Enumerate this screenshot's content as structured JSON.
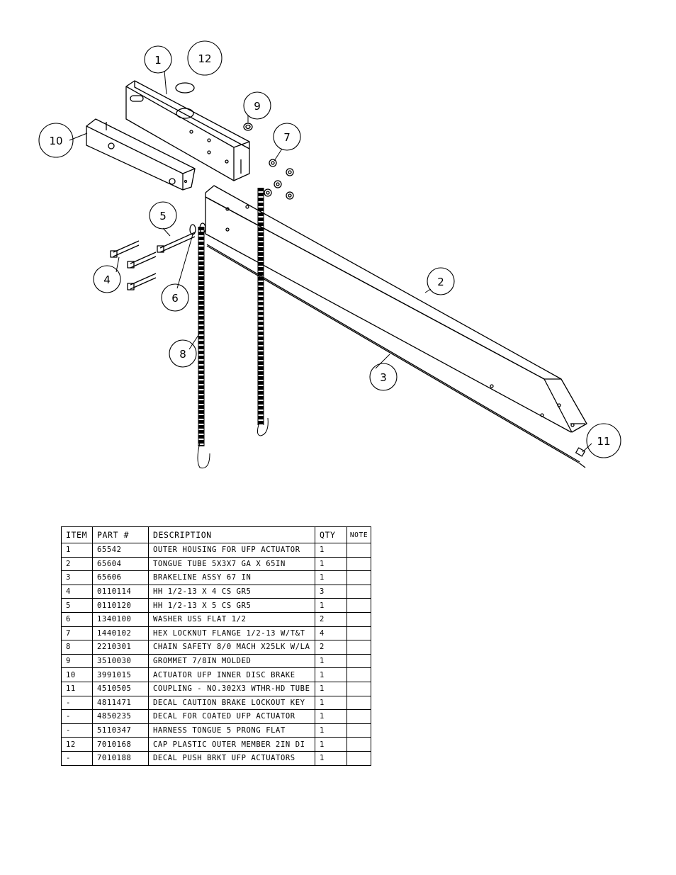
{
  "balloons": [
    {
      "id": "1",
      "label": "1"
    },
    {
      "id": "2",
      "label": "2"
    },
    {
      "id": "3",
      "label": "3"
    },
    {
      "id": "4",
      "label": "4"
    },
    {
      "id": "5",
      "label": "5"
    },
    {
      "id": "6",
      "label": "6"
    },
    {
      "id": "7",
      "label": "7"
    },
    {
      "id": "8",
      "label": "8"
    },
    {
      "id": "9",
      "label": "9"
    },
    {
      "id": "10",
      "label": "10"
    },
    {
      "id": "11",
      "label": "11"
    },
    {
      "id": "12",
      "label": "12"
    }
  ],
  "bom": {
    "headers": {
      "item": "ITEM",
      "part": "PART #",
      "description": "DESCRIPTION",
      "qty": "QTY",
      "note": "NOTE"
    },
    "rows": [
      {
        "item": "1",
        "part": "65542",
        "description": "OUTER HOUSING FOR UFP ACTUATOR",
        "qty": "1",
        "note": ""
      },
      {
        "item": "2",
        "part": "65604",
        "description": "TONGUE TUBE 5X3X7 GA X 65IN",
        "qty": "1",
        "note": ""
      },
      {
        "item": "3",
        "part": "65606",
        "description": "BRAKELINE ASSY 67 IN",
        "qty": "1",
        "note": ""
      },
      {
        "item": "4",
        "part": "0110114",
        "description": "HH 1/2-13 X 4 CS GR5",
        "qty": "3",
        "note": ""
      },
      {
        "item": "5",
        "part": "0110120",
        "description": "HH 1/2-13 X 5 CS GR5",
        "qty": "1",
        "note": ""
      },
      {
        "item": "6",
        "part": "1340100",
        "description": "WASHER USS FLAT 1/2",
        "qty": "2",
        "note": ""
      },
      {
        "item": "7",
        "part": "1440102",
        "description": "HEX LOCKNUT FLANGE 1/2-13 W/T&T",
        "qty": "4",
        "note": ""
      },
      {
        "item": "8",
        "part": "2210301",
        "description": "CHAIN SAFETY 8/0 MACH X25LK W/LA",
        "qty": "2",
        "note": ""
      },
      {
        "item": "9",
        "part": "3510030",
        "description": "GROMMET  7/8IN MOLDED",
        "qty": "1",
        "note": ""
      },
      {
        "item": "10",
        "part": "3991015",
        "description": "ACTUATOR UFP INNER  DISC BRAKE",
        "qty": "1",
        "note": ""
      },
      {
        "item": "11",
        "part": "4510505",
        "description": "COUPLING - NO.302X3 WTHR-HD TUBE",
        "qty": "1",
        "note": ""
      },
      {
        "item": "-",
        "part": "4811471",
        "description": "DECAL CAUTION BRAKE LOCKOUT KEY",
        "qty": "1",
        "note": ""
      },
      {
        "item": "-",
        "part": "4850235",
        "description": "DECAL FOR COATED UFP ACTUATOR",
        "qty": "1",
        "note": ""
      },
      {
        "item": "-",
        "part": "5110347",
        "description": "HARNESS  TONGUE 5 PRONG FLAT",
        "qty": "1",
        "note": ""
      },
      {
        "item": "12",
        "part": "7010168",
        "description": "CAP  PLASTIC OUTER MEMBER 2IN DI",
        "qty": "1",
        "note": ""
      },
      {
        "item": "-",
        "part": "7010188",
        "description": "DECAL PUSH BRKT UFP ACTUATORS",
        "qty": "1",
        "note": ""
      }
    ]
  }
}
